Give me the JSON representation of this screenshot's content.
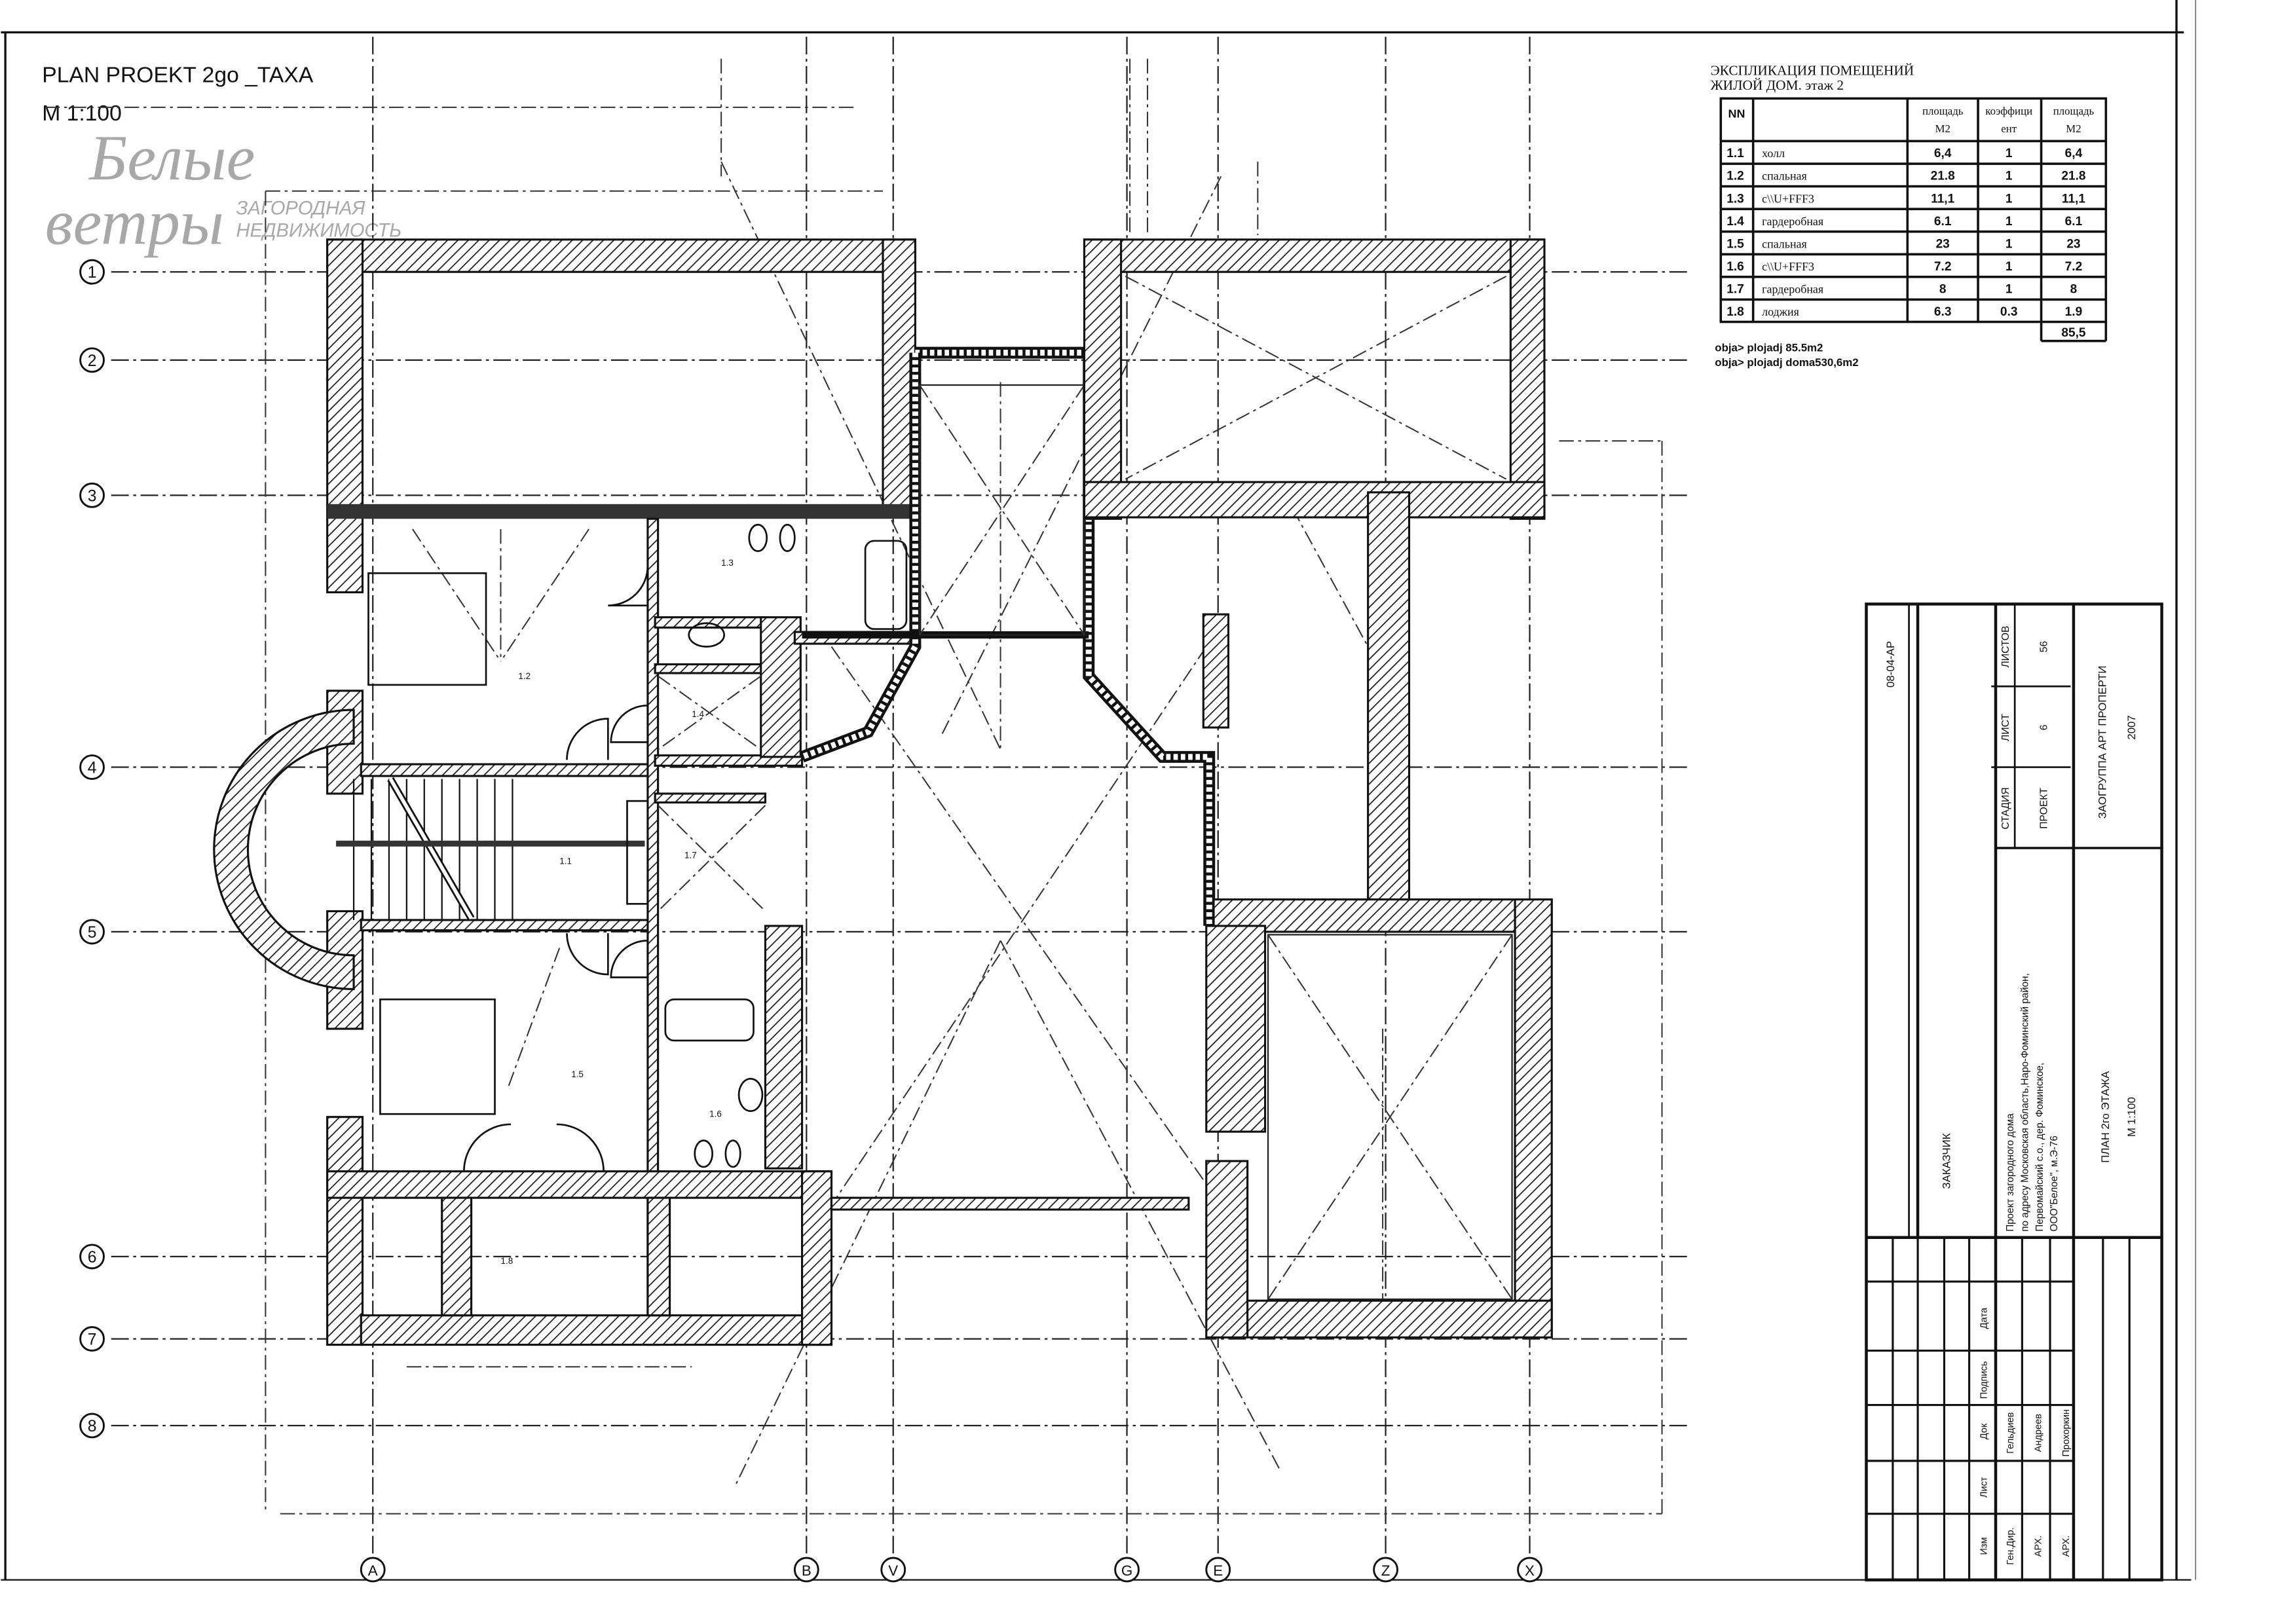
{
  "header": {
    "title": "PLAN PROEKT  2go _TAXA",
    "scale": "M 1:100"
  },
  "watermark": {
    "brand_line1": "Белые",
    "brand_line2": "ветры",
    "tagline1": "ЗАГОРОДНАЯ",
    "tagline2": "НЕДВИЖИМОСТЬ"
  },
  "axes": {
    "rows": [
      "1",
      "2",
      "3",
      "4",
      "5",
      "6",
      "7",
      "8"
    ],
    "columns": [
      "A",
      "B",
      "V",
      "G",
      "E",
      "Z",
      "X"
    ]
  },
  "rooms": [
    "1.1",
    "1.2",
    "1.3",
    "1.4",
    "1.5",
    "1.6",
    "1.7",
    "1.8"
  ],
  "explication": {
    "title_line1": "ЭКСПЛИКАЦИЯ ПОМЕЩЕНИЙ",
    "title_line2": "ЖИЛОЙ ДОМ. этаж 2",
    "headers": {
      "nn": "NN",
      "area_1": "площадь",
      "area_unit_1": "М2",
      "coef_1": "коэффици",
      "coef_2": "ент",
      "area_2": "площадь",
      "area_unit_2": "М2"
    },
    "rows": [
      {
        "nn": "1.1",
        "name": "холл",
        "area": "6,4",
        "coef": "1",
        "total": "6,4"
      },
      {
        "nn": "1.2",
        "name": "спальная",
        "area": "21.8",
        "coef": "1",
        "total": "21.8"
      },
      {
        "nn": "1.3",
        "name": "c\\\\U+FFF3",
        "area": "11,1",
        "coef": "1",
        "total": "11,1"
      },
      {
        "nn": "1.4",
        "name": "гардеробная",
        "area": "6.1",
        "coef": "1",
        "total": "6.1"
      },
      {
        "nn": "1.5",
        "name": "спальная",
        "area": "23",
        "coef": "1",
        "total": "23"
      },
      {
        "nn": "1.6",
        "name": "c\\\\U+FFF3",
        "area": "7.2",
        "coef": "1",
        "total": "7.2"
      },
      {
        "nn": "1.7",
        "name": "гардеробная",
        "area": "8",
        "coef": "1",
        "total": "8"
      },
      {
        "nn": "1.8",
        "name": "лоджия",
        "area": "6.3",
        "coef": "0.3",
        "total": "1.9"
      }
    ],
    "sum": "85,5",
    "note1": "obja> plojadj 85.5m2",
    "note2": "obja> plojadj doma530,6m2"
  },
  "title_block": {
    "code": "08-04-АР",
    "customer_label": "ЗАКАЗЧИК",
    "project_lines": [
      "Проект загородного дома",
      "по адресу Московская область,Наро-Фоминский район,",
      "Первомайский с.о., дер. Фоминское,",
      "ООО\"Белое\", м.Э-76"
    ],
    "stage_label": "СТАДИЯ",
    "stage_value": "ПРОЕКТ",
    "sheet_label": "ЛИСТ",
    "sheet_value": "6",
    "sheets_label": "ЛИСТОВ",
    "sheets_value": "56",
    "company": "ЗАОГРУППА АРТ ПРОПЕРТИ",
    "year": "2007",
    "drawing_title": "ПЛАН 2го ЭТАЖА",
    "drawing_scale": "М 1:100",
    "sign_headers": [
      "Изм",
      "Лист",
      "Док",
      "Подпись",
      "Дата"
    ],
    "signatures": [
      {
        "role": "Ген.Дир.",
        "name": "Гельдиев"
      },
      {
        "role": "АРХ.",
        "name": "Андреев"
      },
      {
        "role": "АРХ.",
        "name": "Прохоркин"
      }
    ]
  }
}
